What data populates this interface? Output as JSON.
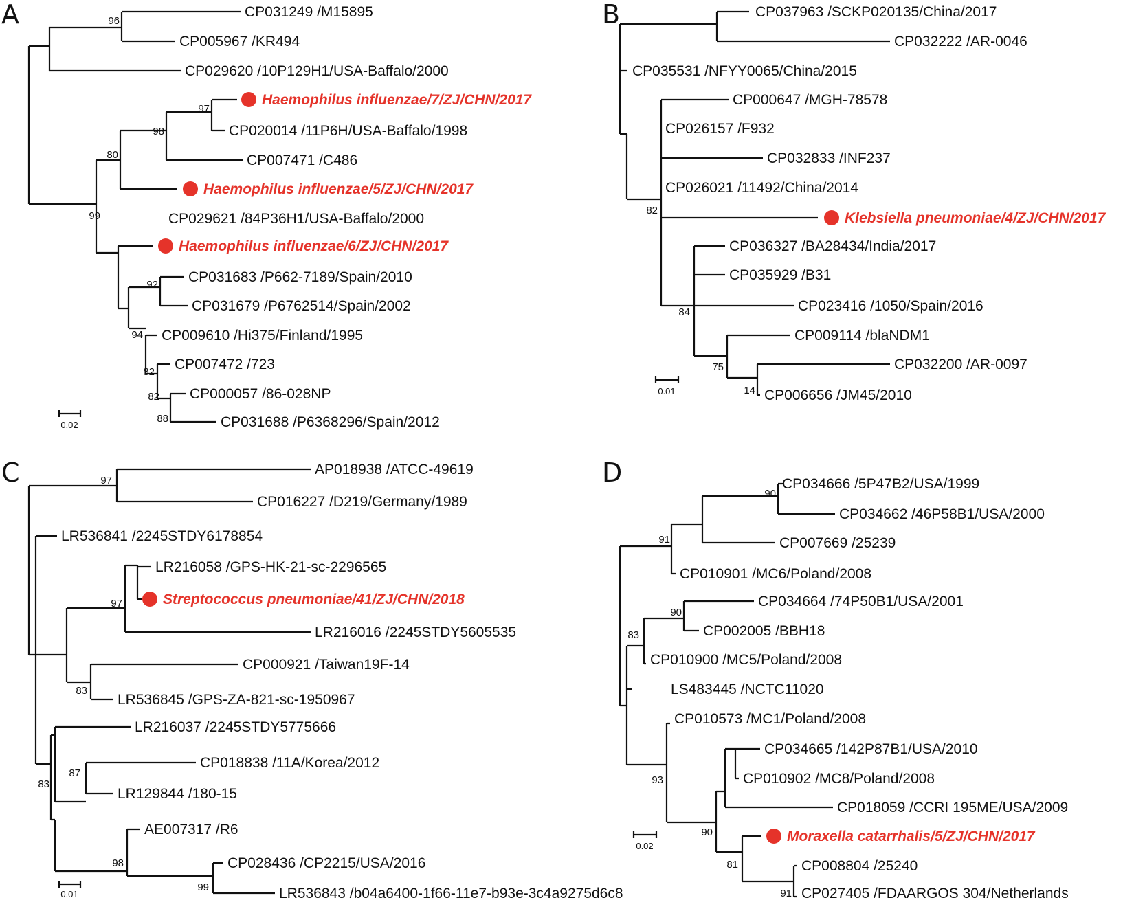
{
  "highlight_color": "#e5332a",
  "panels": [
    {
      "letter": "A",
      "scale": "0.02",
      "leaves": [
        {
          "text": "CP031249 /M15895"
        },
        {
          "text": "CP005967 /KR494"
        },
        {
          "text": "CP029620 /10P129H1/USA-Baffalo/2000"
        },
        {
          "text": "Haemophilus influenzae/7/ZJ/CHN/2017",
          "highlight": true
        },
        {
          "text": "CP020014 /11P6H/USA-Baffalo/1998"
        },
        {
          "text": "CP007471 /C486"
        },
        {
          "text": "Haemophilus influenzae/5/ZJ/CHN/2017",
          "highlight": true
        },
        {
          "text": "CP029621 /84P36H1/USA-Baffalo/2000"
        },
        {
          "text": "Haemophilus influenzae/6/ZJ/CHN/2017",
          "highlight": true
        },
        {
          "text": "CP031683 /P662-7189/Spain/2010"
        },
        {
          "text": "CP031679 /P6762514/Spain/2002"
        },
        {
          "text": "CP009610 /Hi375/Finland/1995"
        },
        {
          "text": "CP007472 /723"
        },
        {
          "text": "CP000057 /86-028NP"
        },
        {
          "text": "CP031688 /P6368296/Spain/2012"
        }
      ],
      "bootstraps": [
        "96",
        "97",
        "98",
        "80",
        "99",
        "92",
        "94",
        "82",
        "82",
        "88"
      ]
    },
    {
      "letter": "B",
      "scale": "0.01",
      "leaves": [
        {
          "text": "CP037963 /SCKP020135/China/2017"
        },
        {
          "text": "CP032222 /AR-0046"
        },
        {
          "text": "CP035531 /NFYY0065/China/2015"
        },
        {
          "text": "CP000647 /MGH-78578"
        },
        {
          "text": "CP026157 /F932"
        },
        {
          "text": "CP032833 /INF237"
        },
        {
          "text": "CP026021 /11492/China/2014"
        },
        {
          "text": "Klebsiella pneumoniae/4/ZJ/CHN/2017",
          "highlight": true
        },
        {
          "text": "CP036327 /BA28434/India/2017"
        },
        {
          "text": "CP035929 /B31"
        },
        {
          "text": "CP023416 /1050/Spain/2016"
        },
        {
          "text": "CP009114 /blaNDM1"
        },
        {
          "text": "CP032200 /AR-0097"
        },
        {
          "text": "CP006656 /JM45/2010"
        }
      ],
      "bootstraps": [
        "82",
        "84",
        "75",
        "14"
      ]
    },
    {
      "letter": "C",
      "scale": "0.01",
      "leaves": [
        {
          "text": "AP018938 /ATCC-49619"
        },
        {
          "text": "CP016227 /D219/Germany/1989"
        },
        {
          "text": "LR536841 /2245STDY6178854"
        },
        {
          "text": "LR216058 /GPS-HK-21-sc-2296565"
        },
        {
          "text": "Streptococcus pneumoniae/41/ZJ/CHN/2018",
          "highlight": true
        },
        {
          "text": "LR216016 /2245STDY5605535"
        },
        {
          "text": "CP000921 /Taiwan19F-14"
        },
        {
          "text": "LR536845 /GPS-ZA-821-sc-1950967"
        },
        {
          "text": "LR216037 /2245STDY5775666"
        },
        {
          "text": "CP018838 /11A/Korea/2012"
        },
        {
          "text": "LR129844 /180-15"
        },
        {
          "text": "AE007317 /R6"
        },
        {
          "text": "CP028436 /CP2215/USA/2016"
        },
        {
          "text": "LR536843 /b04a6400-1f66-11e7-b93e-3c4a9275d6c8"
        }
      ],
      "bootstraps": [
        "97",
        "97",
        "83",
        "87",
        "83",
        "98",
        "99"
      ]
    },
    {
      "letter": "D",
      "scale": "0.02",
      "leaves": [
        {
          "text": "CP034666 /5P47B2/USA/1999"
        },
        {
          "text": "CP034662 /46P58B1/USA/2000"
        },
        {
          "text": "CP007669 /25239"
        },
        {
          "text": "CP010901 /MC6/Poland/2008"
        },
        {
          "text": "CP034664 /74P50B1/USA/2001"
        },
        {
          "text": "CP002005 /BBH18"
        },
        {
          "text": "CP010900 /MC5/Poland/2008"
        },
        {
          "text": "LS483445 /NCTC11020"
        },
        {
          "text": "CP010573 /MC1/Poland/2008"
        },
        {
          "text": "CP034665 /142P87B1/USA/2010"
        },
        {
          "text": "CP010902 /MC8/Poland/2008"
        },
        {
          "text": "CP018059 /CCRI 195ME/USA/2009"
        },
        {
          "text": "Moraxella catarrhalis/5/ZJ/CHN/2017",
          "highlight": true
        },
        {
          "text": "CP008804 /25240"
        },
        {
          "text": "CP027405 /FDAARGOS 304/Netherlands"
        }
      ],
      "bootstraps": [
        "90",
        "91",
        "90",
        "83",
        "93",
        "90",
        "81",
        "91"
      ]
    }
  ]
}
